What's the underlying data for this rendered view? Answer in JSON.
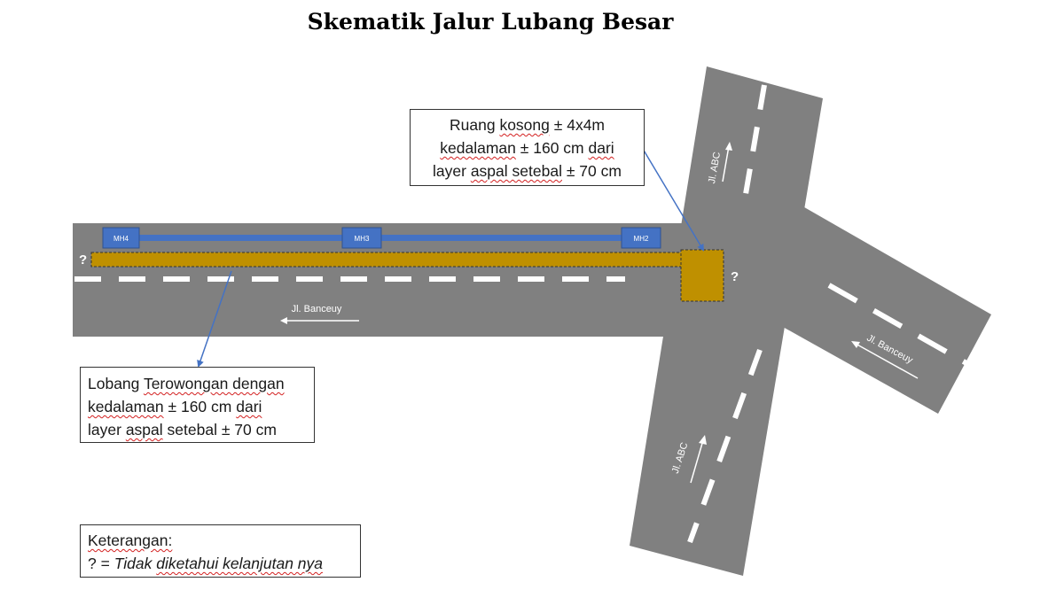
{
  "title": "Skematik Jalur Lubang Besar",
  "manholes": [
    {
      "id": "MH4",
      "label": "MH4"
    },
    {
      "id": "MH3",
      "label": "MH3"
    },
    {
      "id": "MH2",
      "label": "MH2"
    }
  ],
  "unknown_marker": "?",
  "roads": {
    "horizontal": "Jl. Banceuy",
    "diagonal_right": "Jl. Banceuy",
    "vertical_top": "Jl. ABC",
    "vertical_bottom": "Jl. ABC"
  },
  "callout_chamber": {
    "line1_word": "Ruang",
    "line1_wavy": "kosong",
    "line1_rest": "± 4x4m",
    "line2_wavy": "kedalaman",
    "line2_mid": "± 160 cm",
    "line2_end": "dari",
    "line3_start": "layer",
    "line3_wavy": "aspal setebal",
    "line3_rest": "± 70 cm"
  },
  "callout_tunnel": {
    "line1_start": "Lobang",
    "line1_wavy": "Terowongan dengan",
    "line2_wavy": "kedalaman",
    "line2_mid": "± 160 cm",
    "line2_end": "dari",
    "line3_start": "layer",
    "line3_wavy": "aspal",
    "line3_rest": "setebal ± 70 cm"
  },
  "legend": {
    "heading": "Keterangan:",
    "q": "?",
    "eq": "=",
    "w1": "Tidak",
    "w2": "diketahui kelanjutan nya"
  },
  "colors": {
    "road": "#808080",
    "lane_marking": "#ffffff",
    "tunnel": "#bf9000",
    "pipe": "#4472c4",
    "manhole": "#4472c4",
    "callout_line": "#4472c4"
  }
}
